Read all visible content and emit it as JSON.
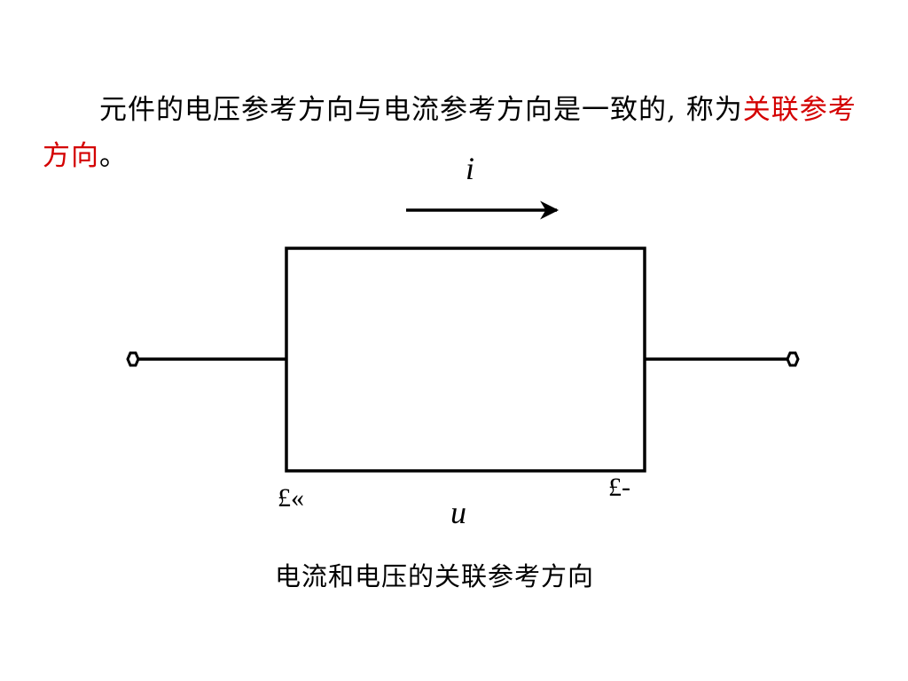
{
  "paragraph": {
    "text_before": "元件的电压参考方向与电流参考方向是一致的, 称为",
    "highlight": "关联参考方向",
    "text_after": "。",
    "highlight_color": "#d40000"
  },
  "diagram": {
    "current_label": "i",
    "voltage_label": "u",
    "positive_terminal_mark": "£«",
    "negative_terminal_mark": "£-"
  },
  "caption": "电流和电压的关联参考方向"
}
